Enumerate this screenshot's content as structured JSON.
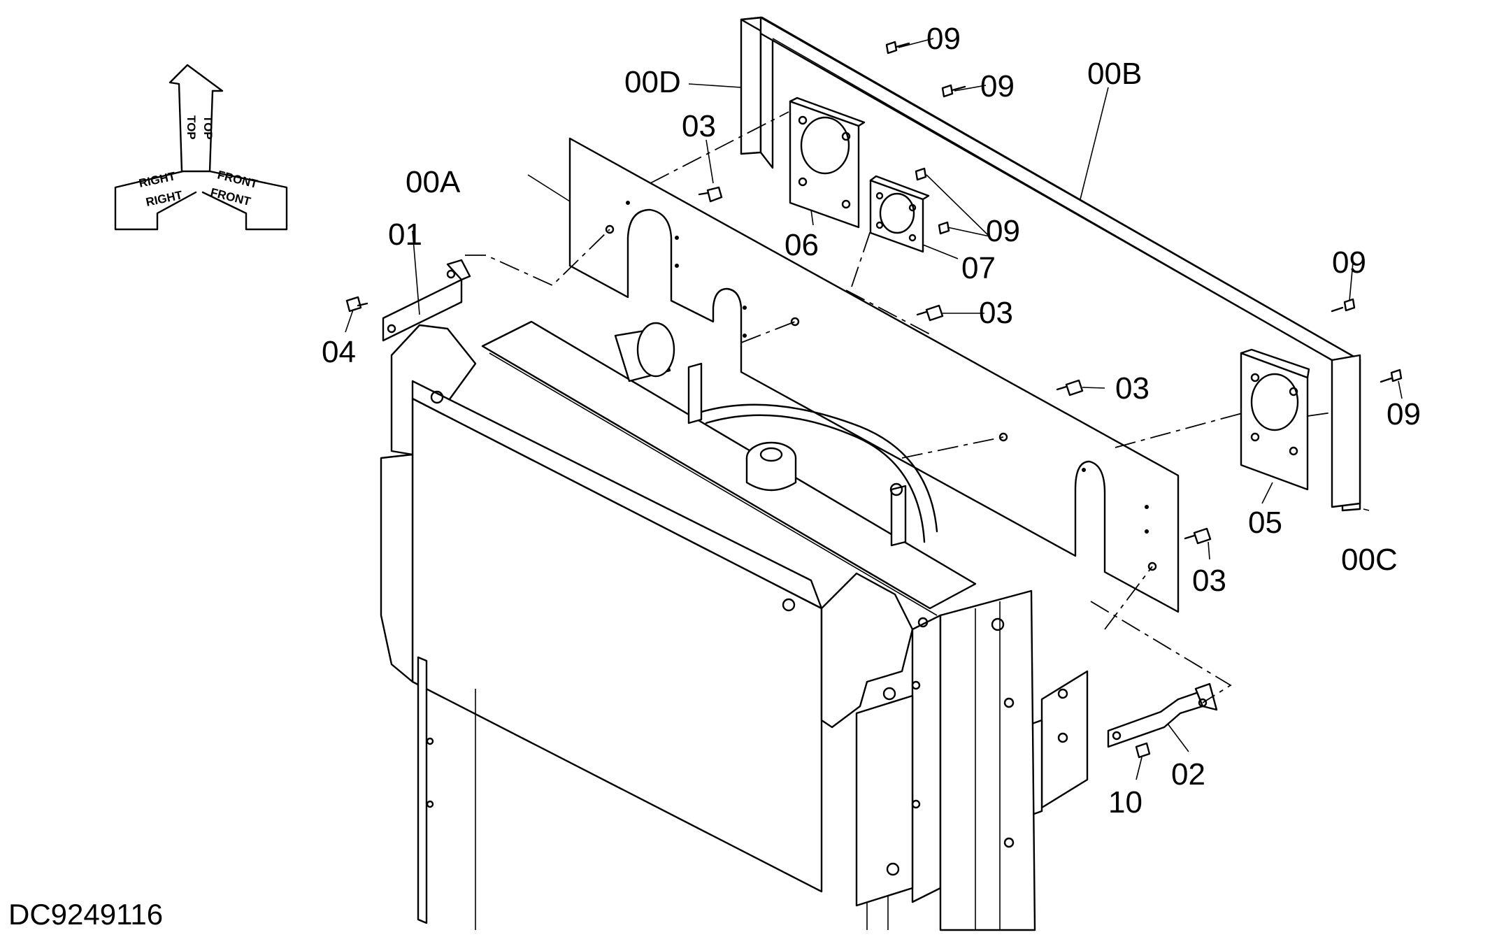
{
  "drawing_code": "DC9249116",
  "orientation": {
    "top": "TOP",
    "right": "RIGHT",
    "front": "FRONT"
  },
  "part_labels": {
    "p00a": "00A",
    "p00b": "00B",
    "p00c": "00C",
    "p00d": "00D",
    "p01": "01",
    "p02": "02",
    "p03_a": "03",
    "p03_b": "03",
    "p03_c": "03",
    "p03_d": "03",
    "p04": "04",
    "p05": "05",
    "p06": "06",
    "p07": "07",
    "p09_a": "09",
    "p09_b": "09",
    "p09_c": "09",
    "p09_d": "09",
    "p09_e": "09",
    "p10": "10"
  }
}
